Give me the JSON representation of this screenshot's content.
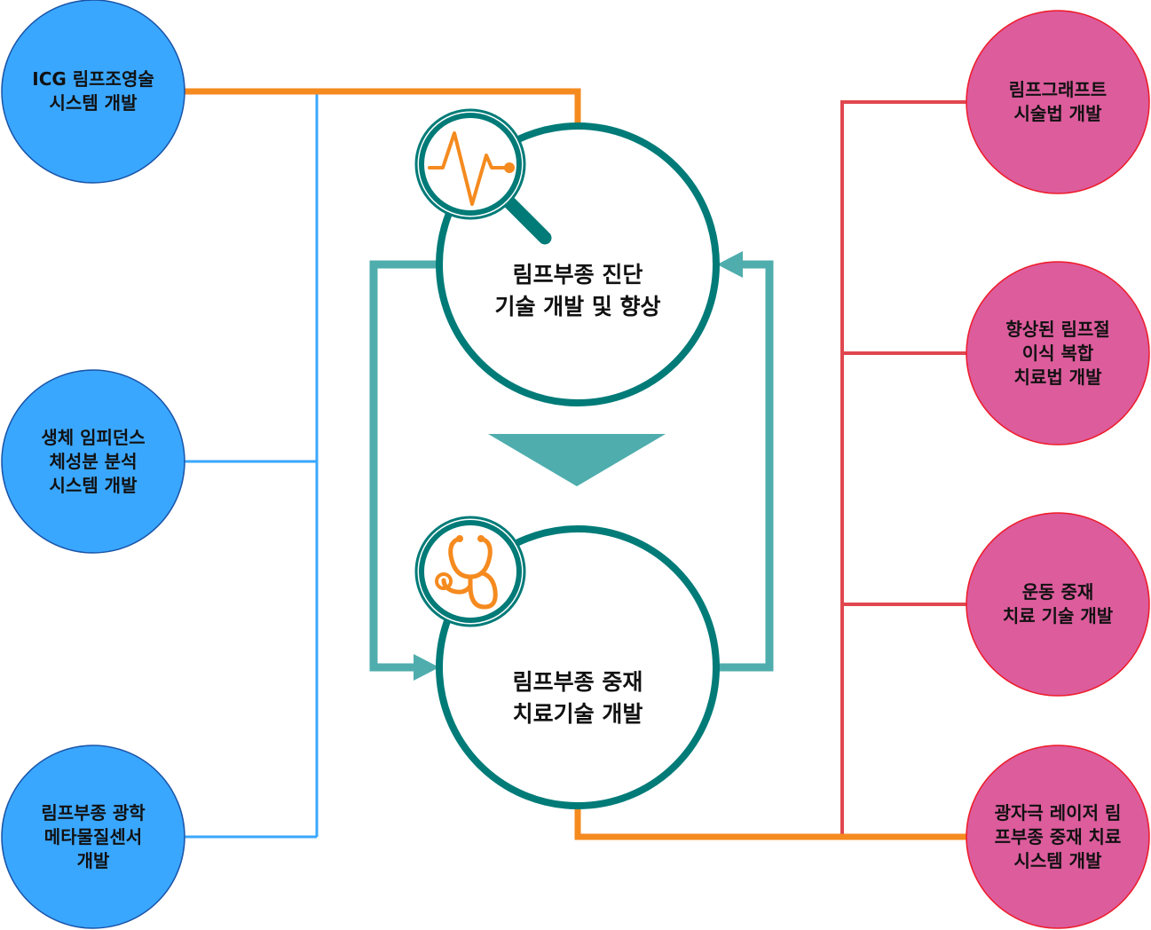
{
  "colors": {
    "left_fill": "#3aa7ff",
    "left_stroke": "#1a55a8",
    "left_line": "#3aa7ff",
    "right_fill": "#dc5c9c",
    "right_stroke": "#ee1c2a",
    "right_line": "#e0474f",
    "orange": "#f58a1f",
    "teal_dark": "#007b78",
    "teal_light": "#4fadad"
  },
  "left_nodes": [
    {
      "label": "ICG 림프조영술\n시스템 개발"
    },
    {
      "label": "생체 임피던스\n체성분 분석\n시스템 개발"
    },
    {
      "label": "림프부종 광학\n메타물질센서\n개발"
    }
  ],
  "right_nodes": [
    {
      "label": "림프그래프트\n시술법 개발"
    },
    {
      "label": "향상된 림프절\n이식 복합\n치료법 개발"
    },
    {
      "label": "운동 중재\n치료 기술 개발"
    },
    {
      "label": "광자극 레이저 림\n프부종 중재 치료\n시스템 개발"
    }
  ],
  "center": {
    "diagnosis": {
      "label": "림프부종 진단\n기술 개발 및 향상",
      "icon": "magnifier-pulse-icon"
    },
    "treatment": {
      "label": "림프부종 중재\n치료기술 개발",
      "icon": "stethoscope-icon"
    }
  }
}
